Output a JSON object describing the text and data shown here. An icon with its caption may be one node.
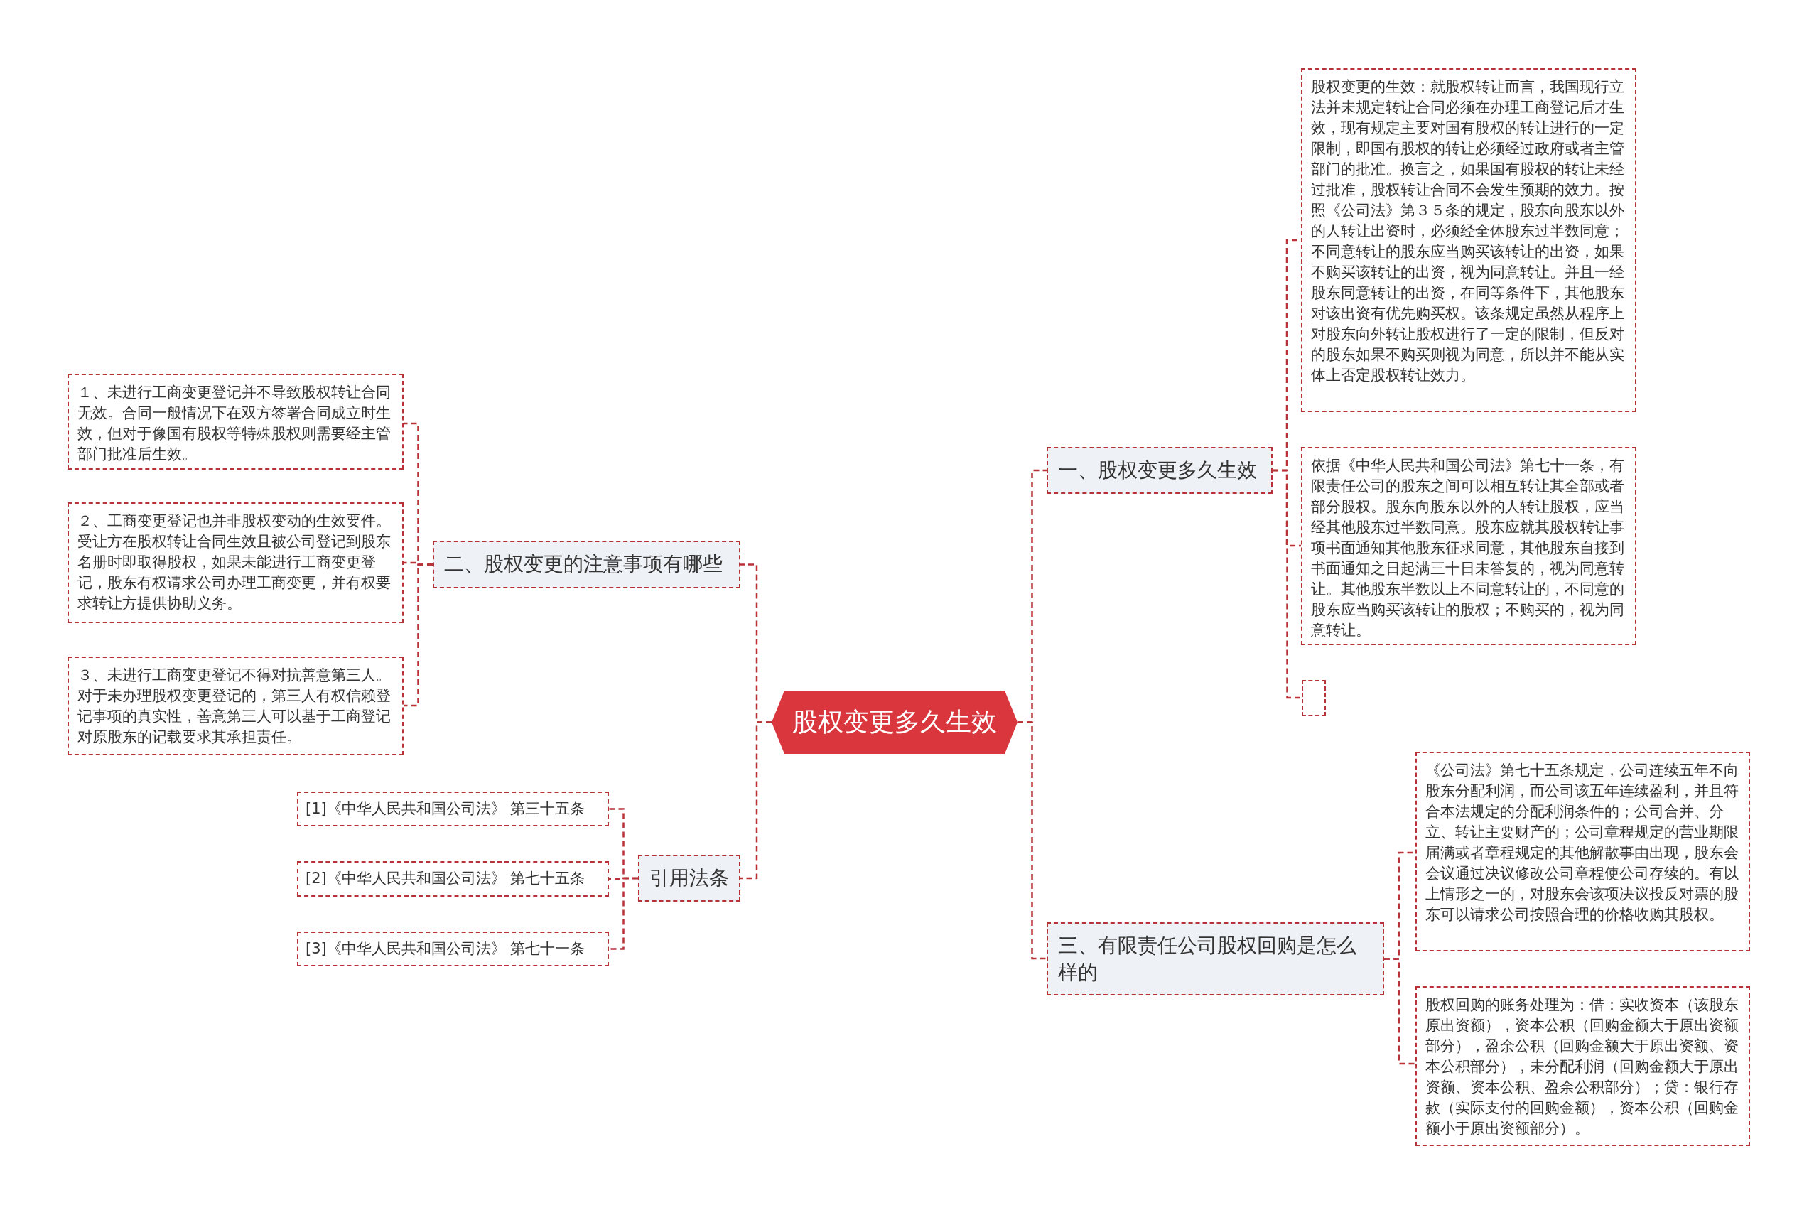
{
  "diagram": {
    "nodes": [
      {
        "text": [
          "股权变更多久生效"
        ]
      },
      {
        "text": [
          "一、股权变更多久生效"
        ]
      },
      {
        "text": [
          "股权变更的生效：就股权转让而言，我国现行立法并未规定转让合同必须在办理工商登记后才生效，现有规定主要对国有股权的转让进行的一定限制，即国有股权的转让必须经过政府或者主管部门的批准。换言之，如果国有股权的转让未经过批准，股权转让合同不会发生预期的效力。按照《公司法》第３５条的规定，股东向股东以外的人转让出资时，必须经全体股东过半数同意；不同意转让的股东应当购买该转让的出资，如果不购买该转让的出资，视为同意转让。并且一经股东同意转让的出资，在同等条件下，其他股东对该出资有优先购买权。该条规定虽然从程序上对股东向外转让股权进行了一定的限制，但反对的股东如果不购买则视为同意，所以并不能从实体上否定股权转让效力。"
        ]
      },
      {
        "text": [
          "依据《中华人民共和国公司法》第七十一条，有限责任公司的股东之间可以相互转让其全部或者部分股权。股东向股东以外的人转让股权，应当经其他股东过半数同意。股东应就其股权转让事项书面通知其他股东征求同意，其他股东自接到书面通知之日起满三十日未答复的，视为同意转让。其他股东半数以上不同意转让的，不同意的股东应当购买该转让的股权；不购买的，视为同意转让。"
        ]
      },
      {
        "text": [],
        "shape": "box"
      },
      {
        "text": [
          "三、有限责任公司股权回购是怎么样的"
        ]
      },
      {
        "text": [
          "《公司法》第七十五条规定，公司连续五年不向股东分配利润，而公司该五年连续盈利，并且符合本法规定的分配利润条件的；公司合并、分立、转让主要财产的；公司章程规定的营业期限届满或者章程规定的其他解散事由出现，股东会会议通过决议修改公司章程使公司存续的。有以上情形之一的，对股东会该项决议投反对票的股东可以请求公司按照合理的价格收购其股权。"
        ]
      },
      {
        "text": [
          "股权回购的账务处理为：借：实收资本（该股东原出资额），资本公积（回购金额大于原出资额部分），盈余公积（回购金额大于原出资额、资本公积部分），未分配利润（回购金额大于原出资额、资本公积、盈余公积部分）；贷：银行存款（实际支付的回购金额），资本公积（回购金额小于原出资额部分）。"
        ]
      },
      {
        "text": [
          "二、股权变更的注意事项有哪些"
        ]
      },
      {
        "text": [
          "１、未进行工商变更登记并不导致股权转让合同无效。合同一般情况下在双方签署合同成立时生效，但对于像国有股权等特殊股权则需要经主管部门批准后生效。"
        ]
      },
      {
        "text": [
          "２、工商变更登记也并非股权变动的生效要件。受让方在股权转让合同生效且被公司登记到股东名册时即取得股权，如果未能进行工商变更登记，股东有权请求公司办理工商变更，并有权要求转让方提供协助义务。"
        ]
      },
      {
        "text": [
          "３、未进行工商变更登记不得对抗善意第三人。对于未办理股权变更登记的，第三人有权信赖登记事项的真实性，善意第三人可以基于工商登记对原股东的记载要求其承担责任。"
        ]
      },
      {
        "text": [
          "引用法条"
        ]
      },
      {
        "text": [
          "[1]《中华人民共和国公司法》 第三十五条"
        ]
      },
      {
        "text": [
          "[2]《中华人民共和国公司法》 第七十五条"
        ]
      },
      {
        "text": [
          "[3]《中华人民共和国公司法》 第七十一条"
        ]
      }
    ],
    "edges": [
      {
        "from": 0,
        "to": 1,
        "arrow": "none"
      },
      {
        "from": 1,
        "to": 2,
        "arrow": "none"
      },
      {
        "from": 1,
        "to": 3,
        "arrow": "none"
      },
      {
        "from": 1,
        "to": 4,
        "arrow": "none"
      },
      {
        "from": 0,
        "to": 5,
        "arrow": "none"
      },
      {
        "from": 5,
        "to": 6,
        "arrow": "none"
      },
      {
        "from": 5,
        "to": 7,
        "arrow": "none"
      },
      {
        "from": 0,
        "to": 8,
        "arrow": "none"
      },
      {
        "from": 8,
        "to": 9,
        "arrow": "none"
      },
      {
        "from": 8,
        "to": 10,
        "arrow": "none"
      },
      {
        "from": 8,
        "to": 11,
        "arrow": "none"
      },
      {
        "from": 0,
        "to": 12,
        "arrow": "none"
      },
      {
        "from": 12,
        "to": 13,
        "arrow": "none"
      },
      {
        "from": 12,
        "to": 14,
        "arrow": "none"
      },
      {
        "from": 12,
        "to": 15,
        "arrow": "none"
      }
    ]
  }
}
